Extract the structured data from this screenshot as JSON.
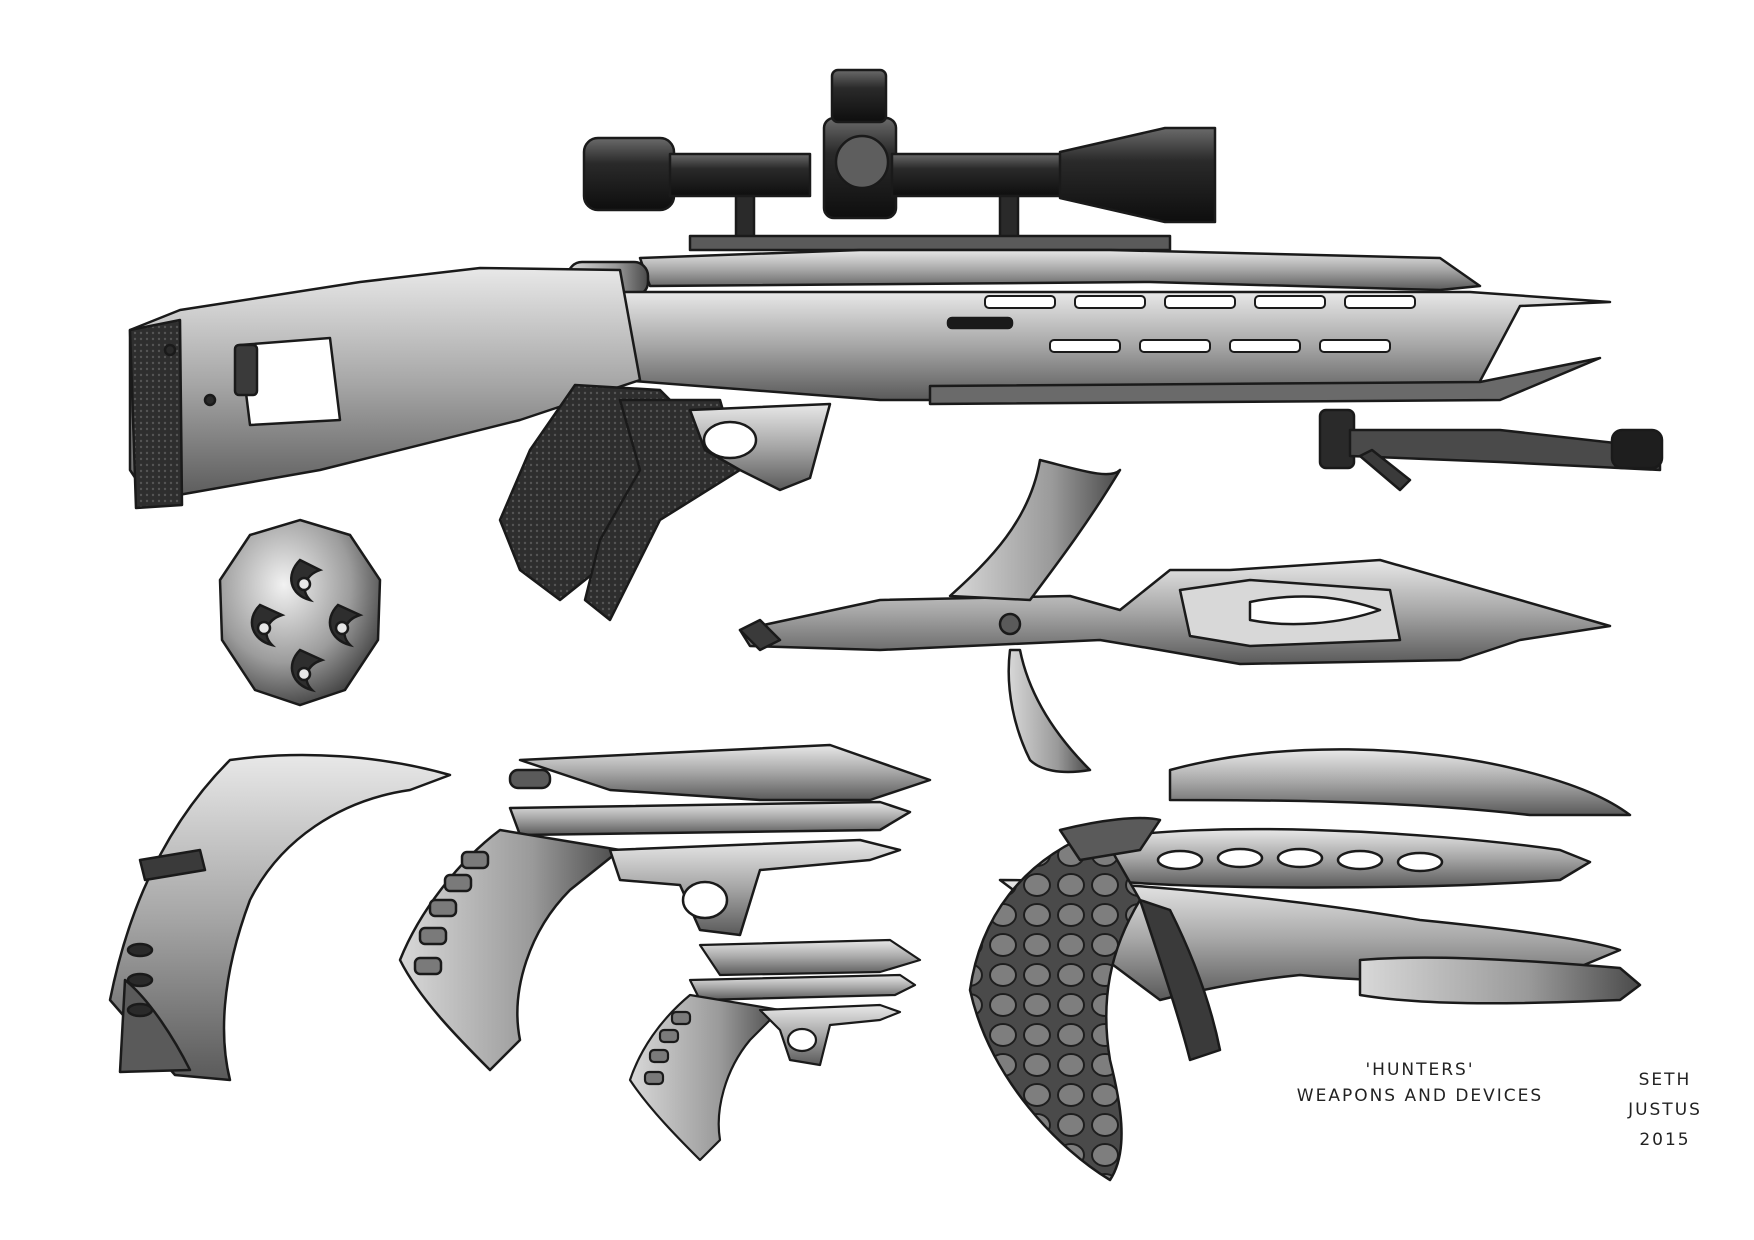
{
  "caption": {
    "title": "'HUNTERS'",
    "subtitle": "WEAPONS AND DEVICES",
    "artist_first": "SETH",
    "artist_last": "JUSTUS",
    "year": "2015"
  },
  "palette": {
    "ink": "#1a1a1a",
    "dark": "#3a3a3a",
    "mid": "#8a8a8a",
    "light": "#c8c8c8",
    "highlight": "#ececec",
    "paper": "#ffffff"
  }
}
